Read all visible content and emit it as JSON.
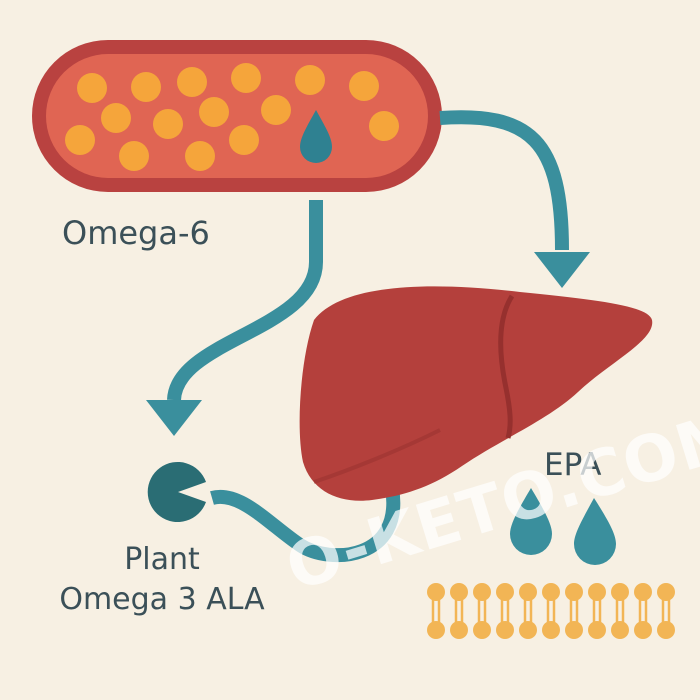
{
  "labels": {
    "omega6": "Omega-6",
    "plant_line1": "Plant",
    "plant_line2": "Omega 3 ALA",
    "epa": "EPA"
  },
  "watermark": "O-KETO.COM",
  "colors": {
    "background": "#f7f0e3",
    "vessel_outer": "#b94240",
    "vessel_inner": "#e06553",
    "fat_droplet": "#f5a53b",
    "arrow": "#3a8f9d",
    "liver": "#b4403c",
    "liver_shadow": "#9b3331",
    "membrane": "#f2b555",
    "text": "#3b5058"
  },
  "icons": [
    "fat-droplet-icon",
    "oil-drop-icon",
    "pacman-icon",
    "liver-icon",
    "cell-membrane-icon"
  ]
}
